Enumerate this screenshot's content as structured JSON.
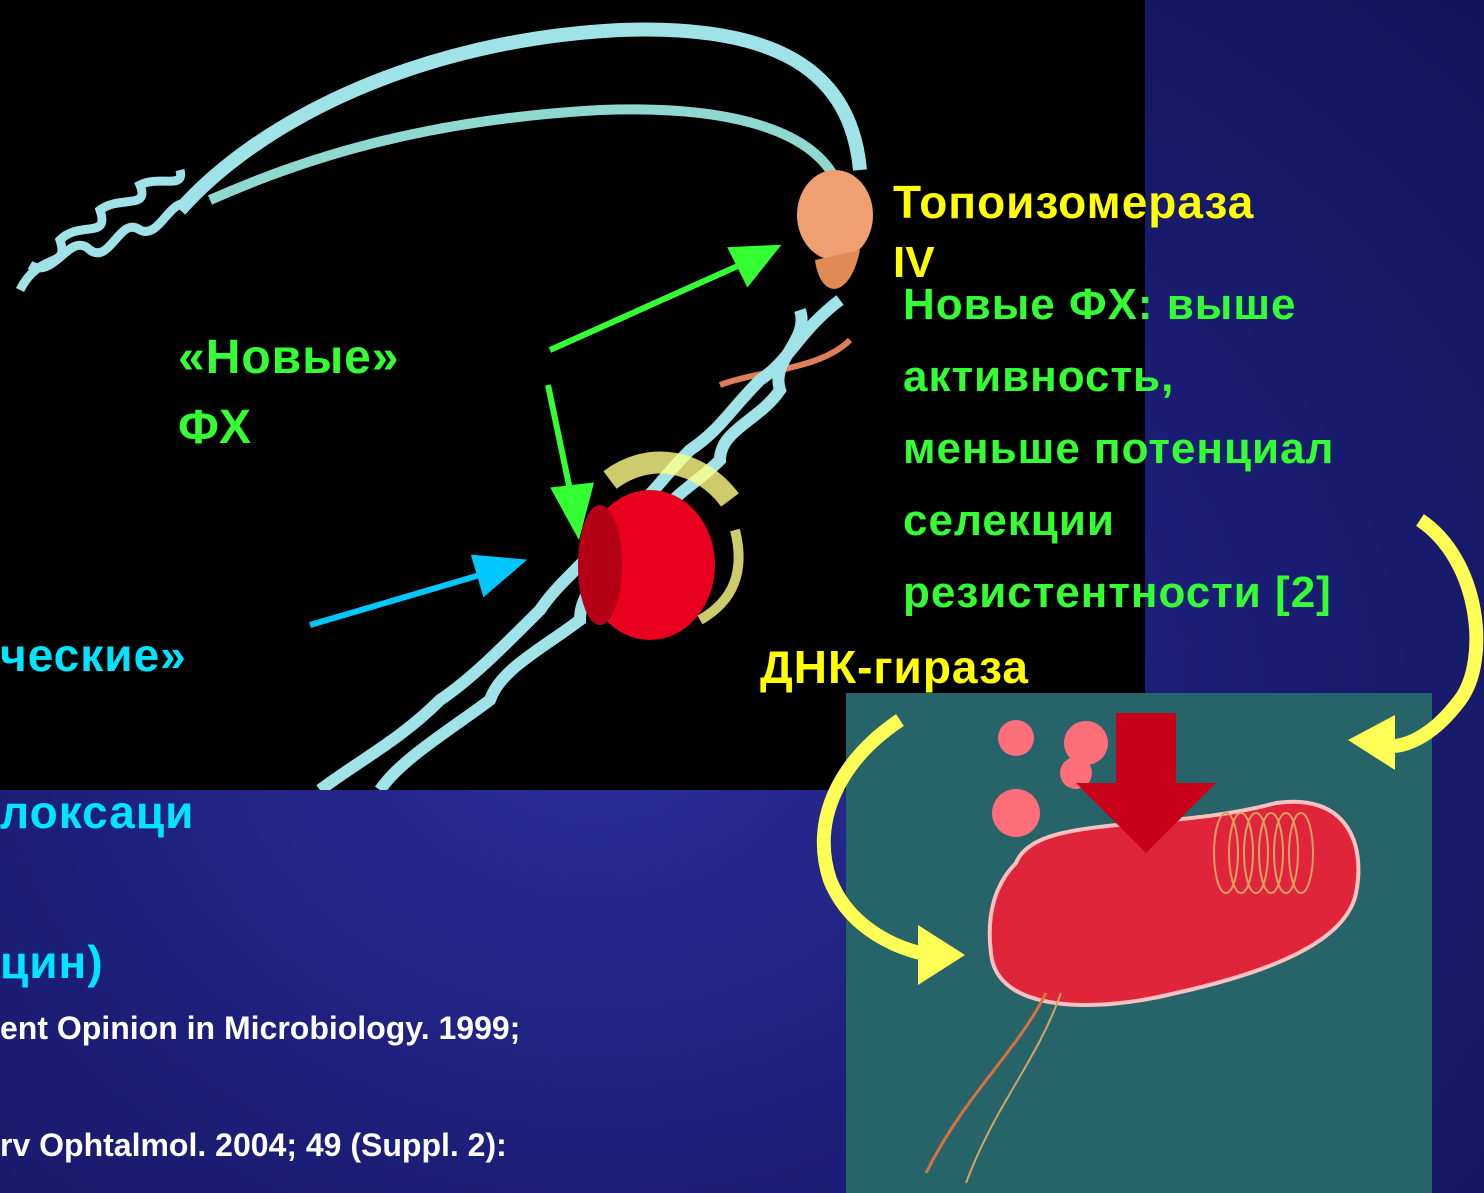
{
  "labels": {
    "topoisomerase_line1": "Топоизомераза",
    "topoisomerase_line2": "IV",
    "new_fq_line1": "«Новые»",
    "new_fq_line2": "ФХ",
    "new_fq_note": [
      "Новые ФХ: выше",
      "активность,",
      "меньше потенциал",
      "селекции",
      "резистентности [2]"
    ],
    "dna_gyrase": "ДНК-гираза",
    "classic_fq_partial": "ческие»",
    "fluoroquinolone_partial": "локсаци",
    "drug_partial": "цин)"
  },
  "references": [
    "ent Opinion in Microbiology. 1999;",
    "rv Ophtalmol. 2004; 49 (Suppl. 2):"
  ],
  "colors": {
    "topoisomerase_label": "#ffff00",
    "new_fq_label": "#33ff33",
    "classic_fq_label": "#00e5ff",
    "reference_text": "#ffffff",
    "arrow_new_fq": "#33ff33",
    "arrow_classic_fq": "#00c8ff",
    "cell_arrow": "#ffff55",
    "gyrase_band": "#e8001e",
    "dna_ribbon": "#9fe3e8"
  }
}
